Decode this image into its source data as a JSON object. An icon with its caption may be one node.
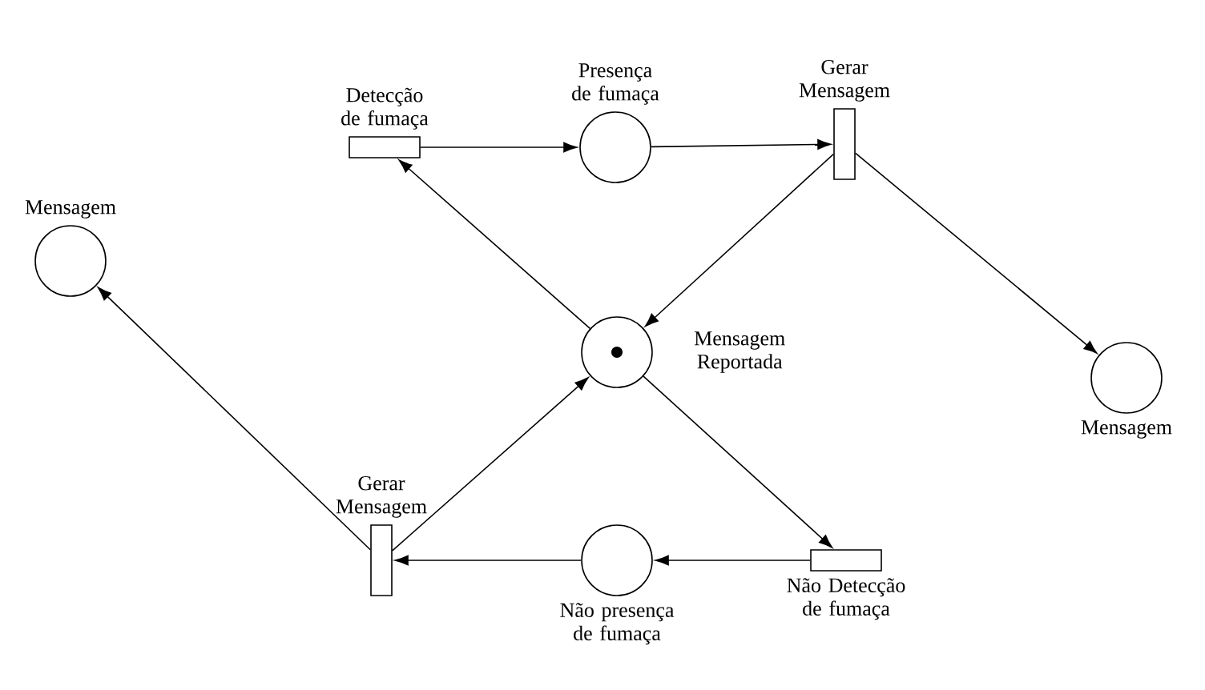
{
  "diagram": {
    "nodes": [
      {
        "text": [
          "Detecção de fumaça"
        ]
      },
      {
        "text": [
          "Presença de fumaça"
        ]
      },
      {
        "text": [
          "Gerar Mensagem"
        ]
      },
      {
        "text": [
          "Mensagem"
        ]
      },
      {
        "text": [
          "Mensagem Reportada"
        ]
      },
      {
        "text": [
          "Mensagem"
        ]
      },
      {
        "text": [
          "Gerar Mensagem"
        ]
      },
      {
        "text": [
          "Não presença de fumaça"
        ]
      },
      {
        "text": [
          "Não Detecção de fumaça"
        ]
      }
    ],
    "edges": [
      {
        "from": 0,
        "to": 1,
        "arrow": "to"
      },
      {
        "from": 1,
        "to": 2,
        "arrow": "to"
      },
      {
        "from": 2,
        "to": 3,
        "arrow": "to"
      },
      {
        "from": 2,
        "to": 4,
        "arrow": "to"
      },
      {
        "from": 4,
        "to": 0,
        "arrow": "to"
      },
      {
        "from": 4,
        "to": 8,
        "arrow": "to"
      },
      {
        "from": 8,
        "to": 7,
        "arrow": "to"
      },
      {
        "from": 7,
        "to": 6,
        "arrow": "to"
      },
      {
        "from": 6,
        "to": 4,
        "arrow": "to"
      },
      {
        "from": 6,
        "to": 5,
        "arrow": "to"
      }
    ]
  }
}
